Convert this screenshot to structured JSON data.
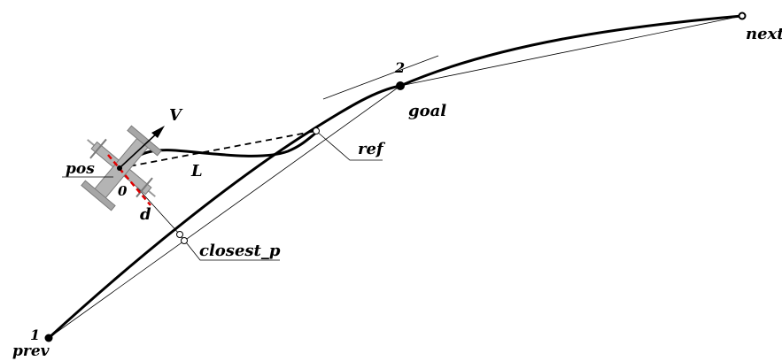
{
  "labels": {
    "prev": "prev",
    "prev_index": "1",
    "goal": "goal",
    "goal_index": "2",
    "next": "next",
    "pos": "pos",
    "origin": "0",
    "velocity": "V",
    "lookahead": "L",
    "distance": "d",
    "ref": "ref",
    "closest": "closest_p"
  },
  "colors": {
    "ink": "#000000",
    "aircraft": "#9a9a9a",
    "heading": "#e00000"
  }
}
